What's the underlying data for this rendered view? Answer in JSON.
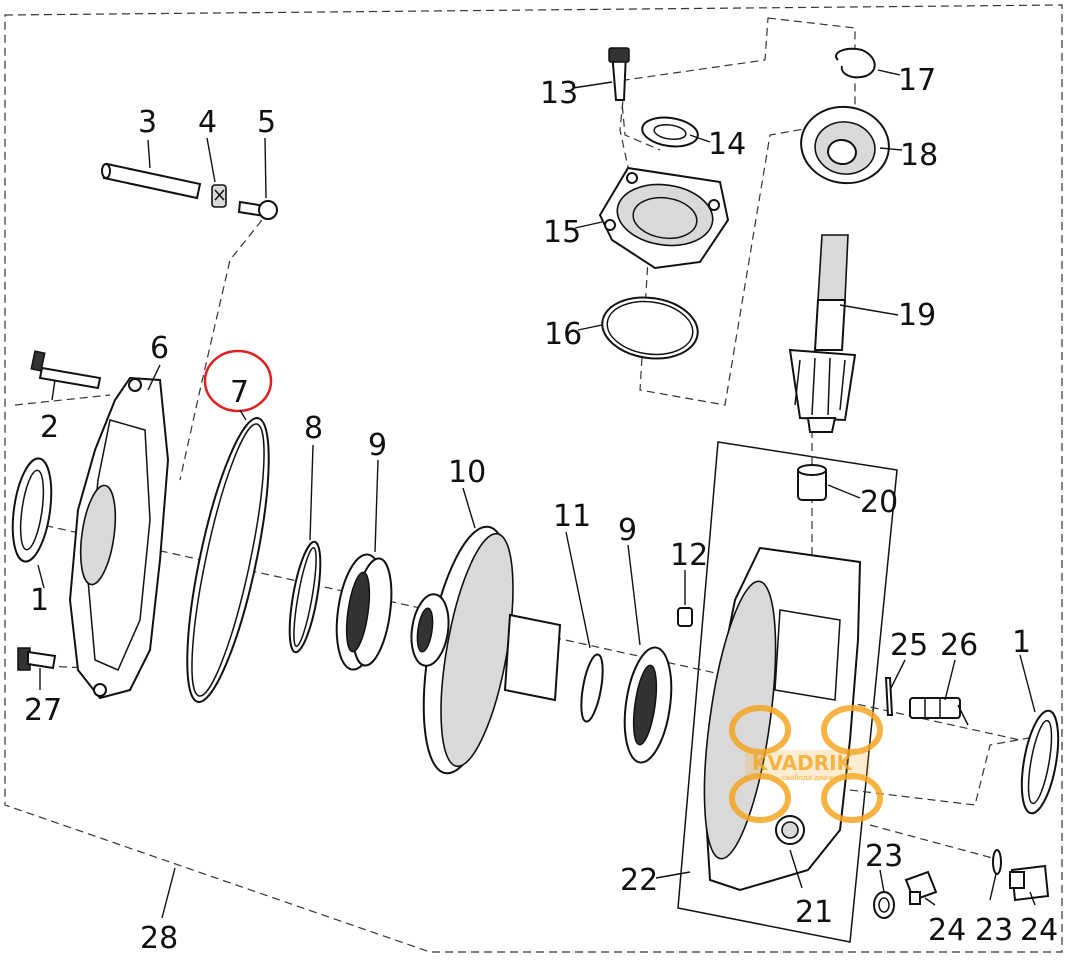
{
  "labels": {
    "l1a": "1",
    "l1b": "1",
    "l2": "2",
    "l3": "3",
    "l4": "4",
    "l5": "5",
    "l6": "6",
    "l7": "7",
    "l8": "8",
    "l9a": "9",
    "l9b": "9",
    "l10": "10",
    "l11": "11",
    "l12": "12",
    "l13": "13",
    "l14": "14",
    "l15": "15",
    "l16": "16",
    "l17": "17",
    "l18": "18",
    "l19": "19",
    "l20": "20",
    "l21": "21",
    "l22": "22",
    "l23a": "23",
    "l23b": "23",
    "l24a": "24",
    "l24b": "24",
    "l25": "25",
    "l26": "26",
    "l27": "27",
    "l28": "28"
  },
  "watermark": {
    "brand": "KVADRIK",
    "tagline": "свобода движения",
    "color": "#f5a623"
  },
  "highlight": {
    "part": "7",
    "color": "#e02020"
  }
}
